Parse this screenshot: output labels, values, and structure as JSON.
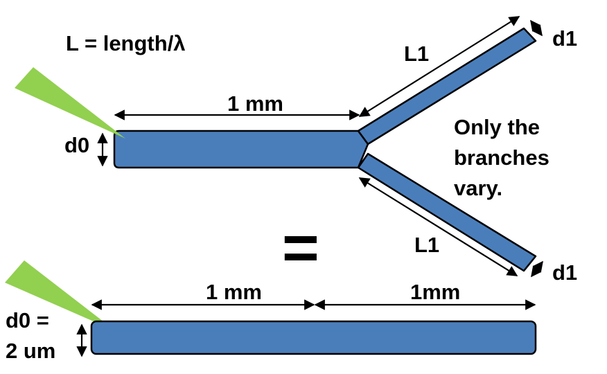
{
  "colors": {
    "waveguide": "#4a7ebb",
    "tip": "#92d050",
    "stroke": "#000000"
  },
  "labels": {
    "formula": "L = length/λ",
    "top_length": "1 mm",
    "branch_length_upper": "L1",
    "branch_length_lower": "L1",
    "branch_width_upper": "d1",
    "branch_width_lower": "d1",
    "trunk_width": "d0",
    "note_line1": "Only the",
    "note_line2": "branches",
    "note_line3": "vary.",
    "equals": "=",
    "bottom_length_left": "1 mm",
    "bottom_length_right": "1mm",
    "bottom_width_line1": "d0 =",
    "bottom_width_line2": "2 um"
  }
}
